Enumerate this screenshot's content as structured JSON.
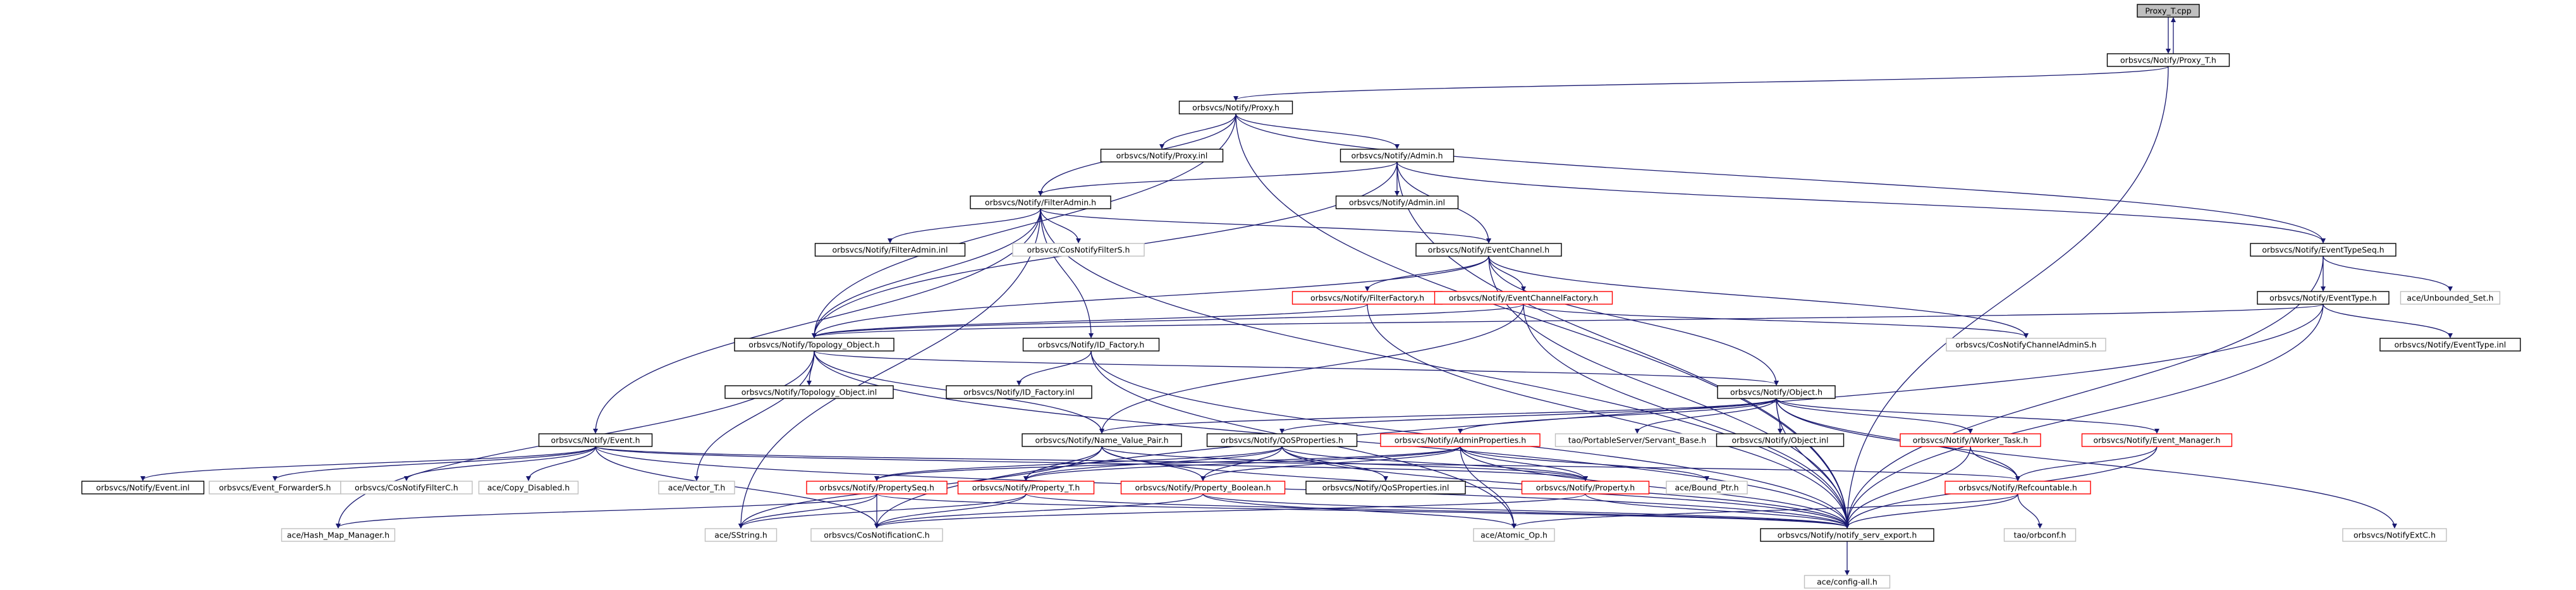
{
  "graph": {
    "nodes": {
      "root": {
        "label": "Proxy_T.cpp",
        "kind": "root"
      },
      "proxy_t_h": {
        "label": "orbsvcs/Notify/Proxy_T.h",
        "kind": "doc"
      },
      "proxy_h": {
        "label": "orbsvcs/Notify/Proxy.h",
        "kind": "doc"
      },
      "proxy_inl": {
        "label": "orbsvcs/Notify/Proxy.inl",
        "kind": "doc"
      },
      "admin_h": {
        "label": "orbsvcs/Notify/Admin.h",
        "kind": "doc"
      },
      "admin_inl": {
        "label": "orbsvcs/Notify/Admin.inl",
        "kind": "doc"
      },
      "filteradmin_h": {
        "label": "orbsvcs/Notify/FilterAdmin.h",
        "kind": "doc"
      },
      "filteradmin_inl": {
        "label": "orbsvcs/Notify/FilterAdmin.inl",
        "kind": "doc"
      },
      "cosnotifyfilters_h": {
        "label": "orbsvcs/CosNotifyFilterS.h",
        "kind": "ext"
      },
      "eventchannel_h": {
        "label": "orbsvcs/Notify/EventChannel.h",
        "kind": "doc"
      },
      "eventtypeseq_h": {
        "label": "orbsvcs/Notify/EventTypeSeq.h",
        "kind": "doc"
      },
      "filterfactory_h": {
        "label": "orbsvcs/Notify/FilterFactory.h",
        "kind": "trunc"
      },
      "eventchannelfactory_h": {
        "label": "orbsvcs/Notify/EventChannelFactory.h",
        "kind": "trunc"
      },
      "eventtype_h": {
        "label": "orbsvcs/Notify/EventType.h",
        "kind": "doc"
      },
      "unbounded_set_h": {
        "label": "ace/Unbounded_Set.h",
        "kind": "ext"
      },
      "eventtype_inl": {
        "label": "orbsvcs/Notify/EventType.inl",
        "kind": "doc"
      },
      "topology_object_h": {
        "label": "orbsvcs/Notify/Topology_Object.h",
        "kind": "doc"
      },
      "id_factory_h": {
        "label": "orbsvcs/Notify/ID_Factory.h",
        "kind": "doc"
      },
      "cosnotifychanneladmins_h": {
        "label": "orbsvcs/CosNotifyChannelAdminS.h",
        "kind": "ext"
      },
      "topology_object_inl": {
        "label": "orbsvcs/Notify/Topology_Object.inl",
        "kind": "doc"
      },
      "id_factory_inl": {
        "label": "orbsvcs/Notify/ID_Factory.inl",
        "kind": "doc"
      },
      "object_h": {
        "label": "orbsvcs/Notify/Object.h",
        "kind": "doc"
      },
      "event_h": {
        "label": "orbsvcs/Notify/Event.h",
        "kind": "doc"
      },
      "name_value_pair_h": {
        "label": "orbsvcs/Notify/Name_Value_Pair.h",
        "kind": "doc"
      },
      "qosproperties_h": {
        "label": "orbsvcs/Notify/QoSProperties.h",
        "kind": "doc"
      },
      "adminproperties_h": {
        "label": "orbsvcs/Notify/AdminProperties.h",
        "kind": "trunc"
      },
      "servant_base_h": {
        "label": "tao/PortableServer/Servant_Base.h",
        "kind": "ext"
      },
      "object_inl": {
        "label": "orbsvcs/Notify/Object.inl",
        "kind": "doc"
      },
      "worker_task_h": {
        "label": "orbsvcs/Notify/Worker_Task.h",
        "kind": "trunc"
      },
      "event_manager_h": {
        "label": "orbsvcs/Notify/Event_Manager.h",
        "kind": "trunc"
      },
      "event_inl": {
        "label": "orbsvcs/Notify/Event.inl",
        "kind": "doc"
      },
      "event_forwarders_h": {
        "label": "orbsvcs/Event_ForwarderS.h",
        "kind": "ext"
      },
      "cosnotifyfilterc_h": {
        "label": "orbsvcs/CosNotifyFilterC.h",
        "kind": "ext"
      },
      "copy_disabled_h": {
        "label": "ace/Copy_Disabled.h",
        "kind": "ext"
      },
      "vector_t_h": {
        "label": "ace/Vector_T.h",
        "kind": "ext"
      },
      "propertyseq_h": {
        "label": "orbsvcs/Notify/PropertySeq.h",
        "kind": "trunc"
      },
      "property_t_h": {
        "label": "orbsvcs/Notify/Property_T.h",
        "kind": "trunc"
      },
      "property_boolean_h": {
        "label": "orbsvcs/Notify/Property_Boolean.h",
        "kind": "trunc"
      },
      "qosproperties_inl": {
        "label": "orbsvcs/Notify/QoSProperties.inl",
        "kind": "doc"
      },
      "property_h": {
        "label": "orbsvcs/Notify/Property.h",
        "kind": "trunc"
      },
      "bound_ptr_h": {
        "label": "ace/Bound_Ptr.h",
        "kind": "ext"
      },
      "refcountable_h": {
        "label": "orbsvcs/Notify/Refcountable.h",
        "kind": "trunc"
      },
      "hash_map_manager_h": {
        "label": "ace/Hash_Map_Manager.h",
        "kind": "ext"
      },
      "sstring_h": {
        "label": "ace/SString.h",
        "kind": "ext"
      },
      "cosnotificationc_h": {
        "label": "orbsvcs/CosNotificationC.h",
        "kind": "ext"
      },
      "atomic_op_h": {
        "label": "ace/Atomic_Op.h",
        "kind": "ext"
      },
      "notify_serv_export_h": {
        "label": "orbsvcs/Notify/notify_serv_export.h",
        "kind": "doc"
      },
      "orbconf_h": {
        "label": "tao/orbconf.h",
        "kind": "ext"
      },
      "notifyextc_h": {
        "label": "orbsvcs/NotifyExtC.h",
        "kind": "ext"
      },
      "config_all_h": {
        "label": "ace/config-all.h",
        "kind": "ext"
      }
    },
    "edges": [
      [
        "root",
        "proxy_t_h"
      ],
      [
        "proxy_t_h",
        "root"
      ],
      [
        "proxy_t_h",
        "proxy_h"
      ],
      [
        "proxy_t_h",
        "notify_serv_export_h"
      ],
      [
        "proxy_h",
        "proxy_inl"
      ],
      [
        "proxy_h",
        "admin_h"
      ],
      [
        "proxy_h",
        "filteradmin_h"
      ],
      [
        "proxy_h",
        "topology_object_h"
      ],
      [
        "proxy_h",
        "eventtypeseq_h"
      ],
      [
        "proxy_h",
        "notify_serv_export_h"
      ],
      [
        "admin_h",
        "admin_inl"
      ],
      [
        "admin_h",
        "filteradmin_h"
      ],
      [
        "admin_h",
        "eventchannel_h"
      ],
      [
        "admin_h",
        "eventtypeseq_h"
      ],
      [
        "admin_h",
        "topology_object_h"
      ],
      [
        "admin_h",
        "notify_serv_export_h"
      ],
      [
        "filteradmin_h",
        "filteradmin_inl"
      ],
      [
        "filteradmin_h",
        "cosnotifyfilters_h"
      ],
      [
        "filteradmin_h",
        "eventchannel_h"
      ],
      [
        "filteradmin_h",
        "id_factory_h"
      ],
      [
        "filteradmin_h",
        "topology_object_h"
      ],
      [
        "filteradmin_h",
        "event_h"
      ],
      [
        "filteradmin_h",
        "sstring_h"
      ],
      [
        "filteradmin_h",
        "notify_serv_export_h"
      ],
      [
        "eventchannel_h",
        "filterfactory_h"
      ],
      [
        "eventchannel_h",
        "eventchannelfactory_h"
      ],
      [
        "eventchannel_h",
        "topology_object_h"
      ],
      [
        "eventchannel_h",
        "object_h"
      ],
      [
        "eventchannel_h",
        "cosnotifychanneladmins_h"
      ],
      [
        "eventchannel_h",
        "notify_serv_export_h"
      ],
      [
        "filterfactory_h",
        "topology_object_h"
      ],
      [
        "filterfactory_h",
        "notify_serv_export_h"
      ],
      [
        "eventchannelfactory_h",
        "topology_object_h"
      ],
      [
        "eventchannelfactory_h",
        "name_value_pair_h"
      ],
      [
        "eventchannelfactory_h",
        "cosnotifychanneladmins_h"
      ],
      [
        "eventchannelfactory_h",
        "notify_serv_export_h"
      ],
      [
        "eventtypeseq_h",
        "eventtype_h"
      ],
      [
        "eventtypeseq_h",
        "unbounded_set_h"
      ],
      [
        "eventtypeseq_h",
        "notify_serv_export_h"
      ],
      [
        "eventtype_h",
        "eventtype_inl"
      ],
      [
        "eventtype_h",
        "topology_object_h"
      ],
      [
        "eventtype_h",
        "cosnotificationc_h"
      ],
      [
        "eventtype_h",
        "notify_serv_export_h"
      ],
      [
        "topology_object_h",
        "topology_object_inl"
      ],
      [
        "topology_object_h",
        "object_h"
      ],
      [
        "topology_object_h",
        "name_value_pair_h"
      ],
      [
        "topology_object_h",
        "vector_t_h"
      ],
      [
        "topology_object_h",
        "hash_map_manager_h"
      ],
      [
        "topology_object_h",
        "notify_serv_export_h"
      ],
      [
        "id_factory_h",
        "id_factory_inl"
      ],
      [
        "id_factory_h",
        "atomic_op_h"
      ],
      [
        "id_factory_h",
        "notify_serv_export_h"
      ],
      [
        "object_h",
        "name_value_pair_h"
      ],
      [
        "object_h",
        "qosproperties_h"
      ],
      [
        "object_h",
        "adminproperties_h"
      ],
      [
        "object_h",
        "servant_base_h"
      ],
      [
        "object_h",
        "object_inl"
      ],
      [
        "object_h",
        "worker_task_h"
      ],
      [
        "object_h",
        "event_manager_h"
      ],
      [
        "object_h",
        "refcountable_h"
      ],
      [
        "object_h",
        "notifyextc_h"
      ],
      [
        "object_h",
        "notify_serv_export_h"
      ],
      [
        "event_h",
        "event_inl"
      ],
      [
        "event_h",
        "event_forwarders_h"
      ],
      [
        "event_h",
        "cosnotifyfilterc_h"
      ],
      [
        "event_h",
        "copy_disabled_h"
      ],
      [
        "event_h",
        "property_h"
      ],
      [
        "event_h",
        "cosnotificationc_h"
      ],
      [
        "event_h",
        "refcountable_h"
      ],
      [
        "event_h",
        "notify_serv_export_h"
      ],
      [
        "name_value_pair_h",
        "property_h"
      ],
      [
        "name_value_pair_h",
        "property_t_h"
      ],
      [
        "name_value_pair_h",
        "property_boolean_h"
      ],
      [
        "name_value_pair_h",
        "sstring_h"
      ],
      [
        "name_value_pair_h",
        "notify_serv_export_h"
      ],
      [
        "qosproperties_h",
        "propertyseq_h"
      ],
      [
        "qosproperties_h",
        "property_t_h"
      ],
      [
        "qosproperties_h",
        "property_boolean_h"
      ],
      [
        "qosproperties_h",
        "qosproperties_inl"
      ],
      [
        "qosproperties_h",
        "property_h"
      ],
      [
        "qosproperties_h",
        "notify_serv_export_h"
      ],
      [
        "adminproperties_h",
        "propertyseq_h"
      ],
      [
        "adminproperties_h",
        "property_t_h"
      ],
      [
        "adminproperties_h",
        "property_boolean_h"
      ],
      [
        "adminproperties_h",
        "property_h"
      ],
      [
        "adminproperties_h",
        "bound_ptr_h"
      ],
      [
        "adminproperties_h",
        "atomic_op_h"
      ],
      [
        "adminproperties_h",
        "notify_serv_export_h"
      ],
      [
        "worker_task_h",
        "refcountable_h"
      ],
      [
        "worker_task_h",
        "notify_serv_export_h"
      ],
      [
        "event_manager_h",
        "refcountable_h"
      ],
      [
        "event_manager_h",
        "notify_serv_export_h"
      ],
      [
        "propertyseq_h",
        "hash_map_manager_h"
      ],
      [
        "propertyseq_h",
        "sstring_h"
      ],
      [
        "propertyseq_h",
        "cosnotificationc_h"
      ],
      [
        "propertyseq_h",
        "notify_serv_export_h"
      ],
      [
        "property_t_h",
        "sstring_h"
      ],
      [
        "property_t_h",
        "cosnotificationc_h"
      ],
      [
        "property_t_h",
        "notify_serv_export_h"
      ],
      [
        "property_boolean_h",
        "cosnotificationc_h"
      ],
      [
        "property_boolean_h",
        "atomic_op_h"
      ],
      [
        "property_boolean_h",
        "notify_serv_export_h"
      ],
      [
        "property_h",
        "cosnotificationc_h"
      ],
      [
        "property_h",
        "notify_serv_export_h"
      ],
      [
        "refcountable_h",
        "atomic_op_h"
      ],
      [
        "refcountable_h",
        "orbconf_h"
      ],
      [
        "refcountable_h",
        "notify_serv_export_h"
      ],
      [
        "notify_serv_export_h",
        "config_all_h"
      ]
    ]
  }
}
